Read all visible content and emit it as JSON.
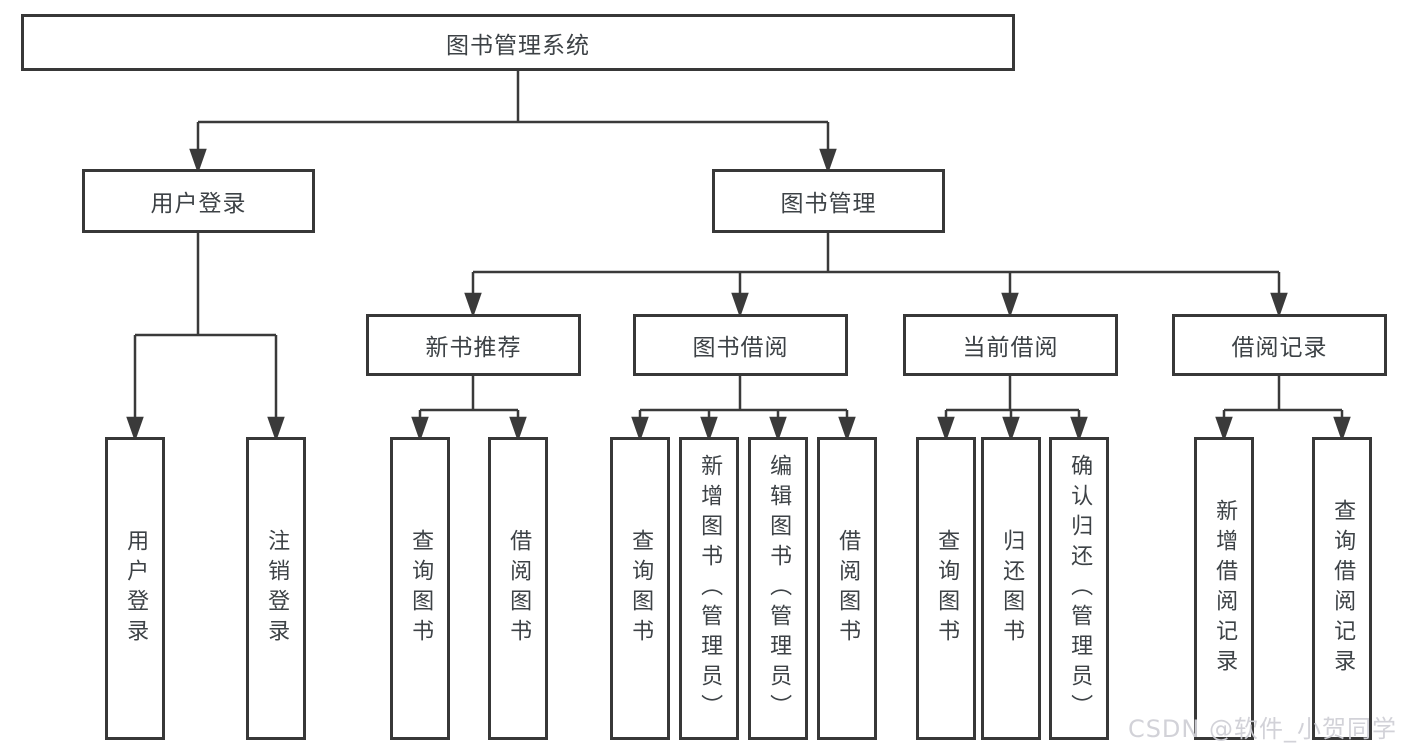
{
  "tree": {
    "label": "图书管理系统",
    "children": [
      {
        "label": "用户登录",
        "children": [
          {
            "label": "用户登录"
          },
          {
            "label": "注销登录"
          }
        ]
      },
      {
        "label": "图书管理",
        "children": [
          {
            "label": "新书推荐",
            "children": [
              {
                "label": "查询图书"
              },
              {
                "label": "借阅图书"
              }
            ]
          },
          {
            "label": "图书借阅",
            "children": [
              {
                "label": "查询图书"
              },
              {
                "label": "新增图书（管理员）"
              },
              {
                "label": "编辑图书（管理员）"
              },
              {
                "label": "借阅图书"
              }
            ]
          },
          {
            "label": "当前借阅",
            "children": [
              {
                "label": "查询图书"
              },
              {
                "label": "归还图书"
              },
              {
                "label": "确认归还（管理员）"
              }
            ]
          },
          {
            "label": "借阅记录",
            "children": [
              {
                "label": "新增借阅记录"
              },
              {
                "label": "查询借阅记录"
              }
            ]
          }
        ]
      }
    ]
  },
  "watermark": {
    "text": "CSDN @软件_小贺同学"
  },
  "colors": {
    "line": "#3a3a3a",
    "box_border": "#383838",
    "text": "#3d4246",
    "watermark": "#d0d0d6",
    "background": "#ffffff"
  }
}
